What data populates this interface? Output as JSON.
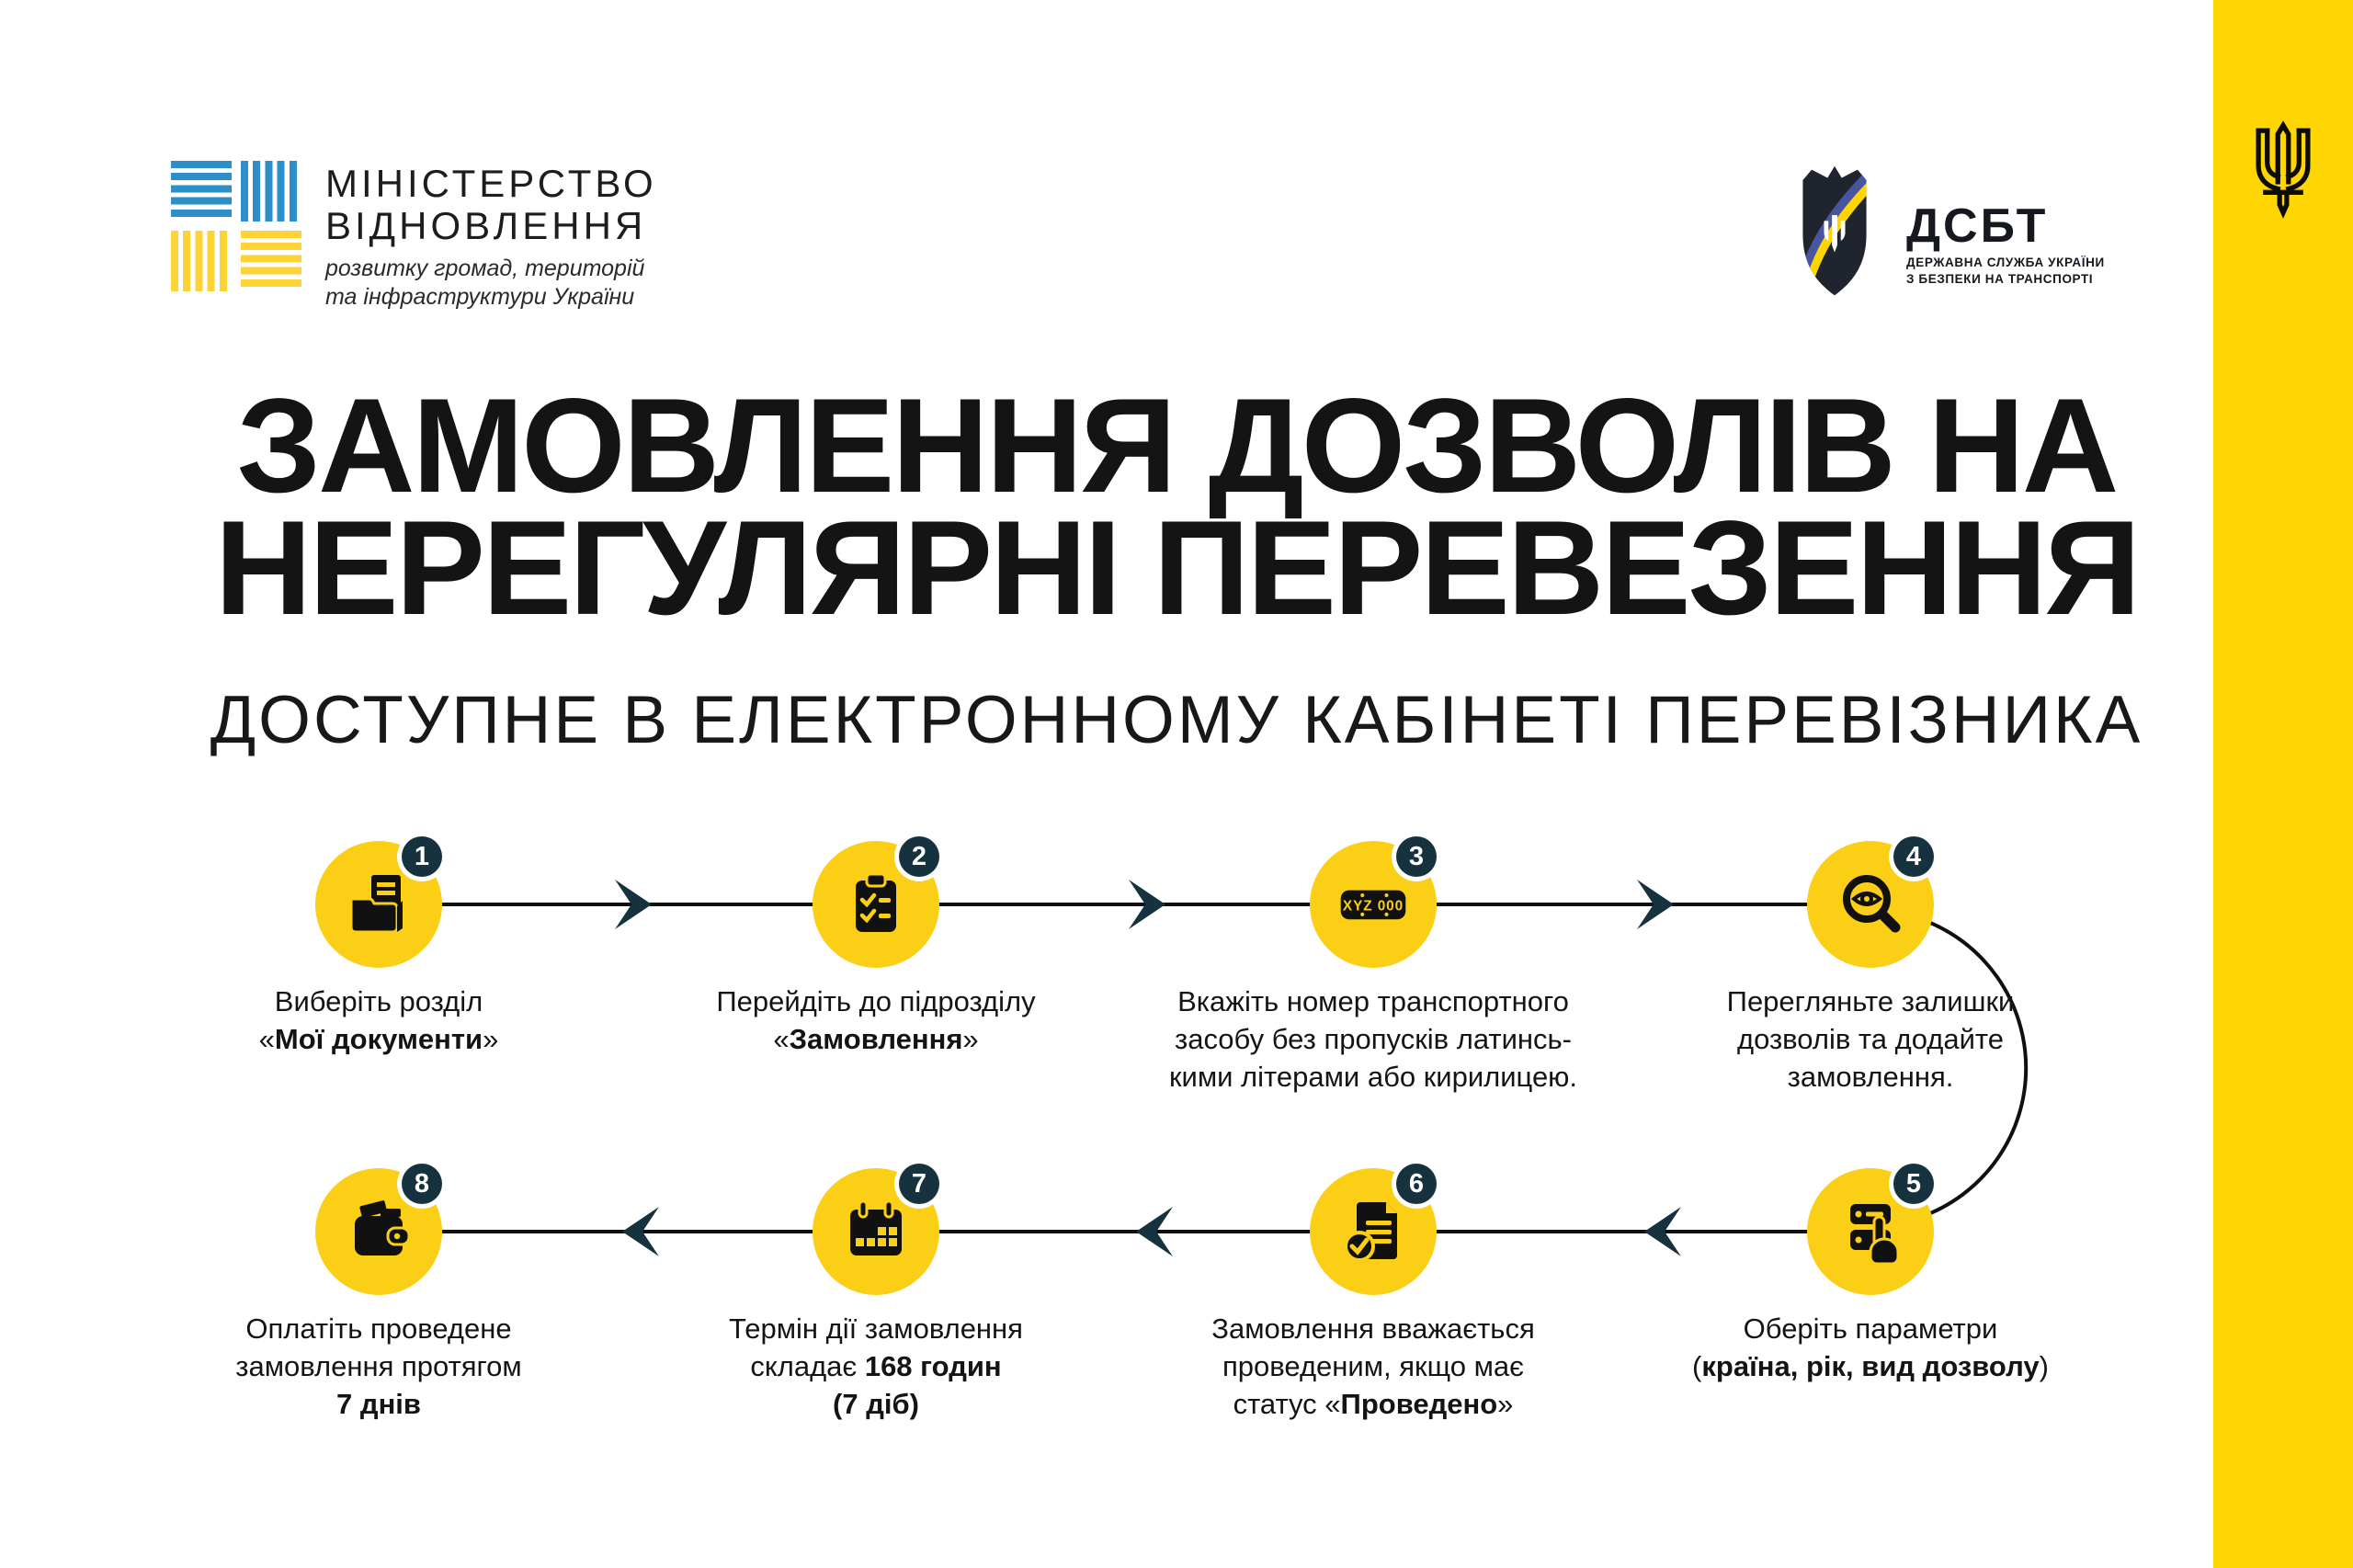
{
  "header": {
    "ministry": {
      "name_line1": "МІНІСТЕРСТВО",
      "name_line2": "ВІДНОВЛЕННЯ",
      "sub_line1": "розвитку громад, територій",
      "sub_line2": "та інфраструктури України"
    },
    "dsbt": {
      "abbr": "ДСБТ",
      "sub_line1": "ДЕРЖАВНА СЛУЖБА УКРАЇНИ",
      "sub_line2": "З БЕЗПЕКИ НА ТРАНСПОРТІ"
    }
  },
  "title": {
    "line1": "ЗАМОВЛЕННЯ ДОЗВОЛІВ НА",
    "line2": "НЕРЕГУЛЯРНІ ПЕРЕВЕЗЕННЯ"
  },
  "subtitle": "ДОСТУПНЕ В ЕЛЕКТРОННОМУ КАБІНЕТІ ПЕРЕВІЗНИКА",
  "steps": [
    {
      "number": "1",
      "icon": "folder",
      "lines": [
        "Виберіть розділ",
        "«**Мої документи**»"
      ]
    },
    {
      "number": "2",
      "icon": "clipboard",
      "lines": [
        "Перейдіть до підрозділу",
        "«**Замовлення**»"
      ]
    },
    {
      "number": "3",
      "icon": "license-plate",
      "icon_text": "XYZ 000",
      "lines": [
        "Вкажіть номер транспортного",
        "засобу без пропусків латинсь-",
        "кими літерами або кирилицею."
      ]
    },
    {
      "number": "4",
      "icon": "magnifier-eye",
      "lines": [
        "Перегляньте залишки",
        "дозволів та додайте",
        "замовлення."
      ]
    },
    {
      "number": "5",
      "icon": "hand-select",
      "lines": [
        "Оберіть параметри",
        "(**країна, рік, вид дозволу**)"
      ]
    },
    {
      "number": "6",
      "icon": "document-check",
      "lines": [
        "Замовлення вважається",
        "проведеним, якщо має",
        "статус «**Проведено**»"
      ]
    },
    {
      "number": "7",
      "icon": "calendar",
      "lines": [
        "Термін дії замовлення",
        "складає **168 годин**",
        "**(7 діб)**"
      ]
    },
    {
      "number": "8",
      "icon": "wallet",
      "lines": [
        "Оплатіть проведене",
        "замовлення протягом",
        "**7 днів**"
      ]
    }
  ],
  "colors": {
    "circle_yellow": "#FACF15",
    "band_yellow": "#FFD502",
    "badge_navy": "#16323E",
    "logo_blue": "#2E8EC8",
    "logo_yellow": "#FFD235",
    "ink": "#111111"
  }
}
